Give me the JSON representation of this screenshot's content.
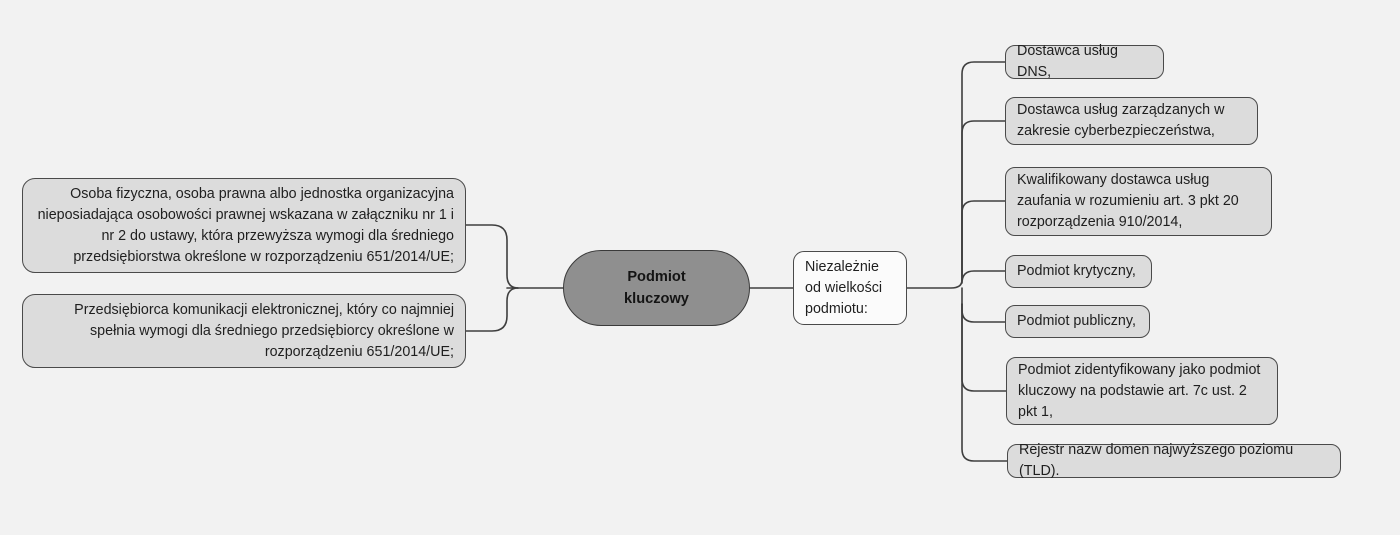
{
  "diagram": {
    "type": "mindmap",
    "language": "pl",
    "background_color": "#f2f2f2",
    "node_fill": "#dcdcdc",
    "node_fill_white": "#fbfbfb",
    "center_fill": "#8f8f8f",
    "border_color": "#4a4a4a",
    "text_color": "#1f1f1f"
  },
  "center": {
    "label": "Podmiot\nkluczowy",
    "line1": "Podmiot",
    "line2": "kluczowy"
  },
  "left_branch": {
    "items": [
      {
        "label": "Osoba fizyczna, osoba prawna albo jednostka organizacyjna nieposiadająca osobowości prawnej wskazana w załączniku nr 1 i nr 2 do ustawy, która przewyższa wymogi dla średniego przedsiębiorstwa określone w rozporządzeniu 651/2014/UE;"
      },
      {
        "label": "Przedsiębiorca komunikacji elektronicznej, który co najmniej spełnia wymogi dla średniego przedsiębiorcy określone w rozporządzeniu 651/2014/UE;"
      }
    ]
  },
  "right_branch": {
    "group_label": "Niezależnie od wielkości podmiotu:",
    "items": [
      {
        "label": "Dostawca usług DNS,"
      },
      {
        "label": "Dostawca usług zarządzanych w zakresie cyberbezpieczeństwa,"
      },
      {
        "label": "Kwalifikowany dostawca usług zaufania w rozumieniu art. 3 pkt 20 rozporządzenia 910/2014,"
      },
      {
        "label": "Podmiot krytyczny,"
      },
      {
        "label": "Podmiot publiczny,"
      },
      {
        "label": "Podmiot zidentyfikowany jako podmiot kluczowy na podstawie art. 7c ust. 2 pkt 1,"
      },
      {
        "label": "Rejestr nazw domen najwyższego poziomu (TLD)."
      }
    ]
  }
}
